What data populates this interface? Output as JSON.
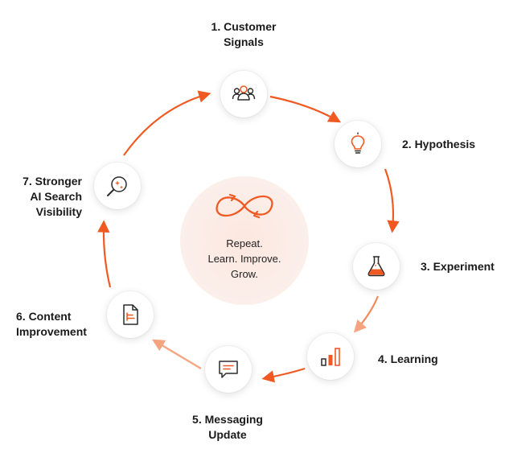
{
  "center": {
    "lines": [
      "Repeat.",
      "Learn. Improve.",
      "Grow."
    ]
  },
  "steps": [
    {
      "lines": [
        "1. Customer",
        "Signals"
      ],
      "icon": "people-icon"
    },
    {
      "lines": [
        "2. Hypothesis"
      ],
      "icon": "lightbulb-icon"
    },
    {
      "lines": [
        "3. Experiment"
      ],
      "icon": "flask-icon"
    },
    {
      "lines": [
        "4. Learning"
      ],
      "icon": "bar-chart-icon"
    },
    {
      "lines": [
        "5. Messaging",
        "Update"
      ],
      "icon": "chat-bubble-icon"
    },
    {
      "lines": [
        "6. Content",
        "Improvement"
      ],
      "icon": "document-icon"
    },
    {
      "lines": [
        "7. Stronger",
        "AI Search",
        "Visibility"
      ],
      "icon": "magnifier-sparkle-icon"
    }
  ],
  "colors": {
    "accent": "#f05a22",
    "accent_light": "#f6a37f",
    "icon_dark": "#2b2b2b",
    "center_bg": "#fbeae3"
  }
}
